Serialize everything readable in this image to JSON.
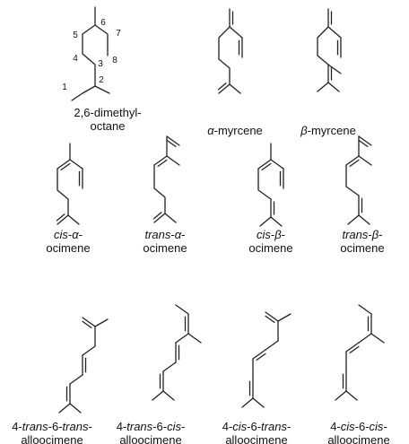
{
  "figure": {
    "compounds": [
      {
        "id": "dimethyloctane",
        "label_lines": [
          {
            "segments": [
              {
                "text": "2,6-dimethyl-"
              }
            ]
          },
          {
            "segments": [
              {
                "text": "octane"
              }
            ]
          }
        ],
        "atom_numbers": [
          "1",
          "2",
          "3",
          "4",
          "5",
          "6",
          "7",
          "8"
        ]
      },
      {
        "id": "alpha-myrcene",
        "label_lines": [
          {
            "segments": [
              {
                "text": "α",
                "italic": true
              },
              {
                "text": "-myrcene"
              }
            ]
          }
        ]
      },
      {
        "id": "beta-myrcene",
        "label_lines": [
          {
            "segments": [
              {
                "text": "β",
                "italic": true
              },
              {
                "text": "-myrcene"
              }
            ]
          }
        ]
      },
      {
        "id": "cis-alpha-ocimene",
        "label_lines": [
          {
            "segments": [
              {
                "text": "cis",
                "italic": true
              },
              {
                "text": "-"
              },
              {
                "text": "α",
                "italic": true
              },
              {
                "text": "-"
              }
            ]
          },
          {
            "segments": [
              {
                "text": "ocimene"
              }
            ]
          }
        ]
      },
      {
        "id": "trans-alpha-ocimene",
        "label_lines": [
          {
            "segments": [
              {
                "text": "trans",
                "italic": true
              },
              {
                "text": "-"
              },
              {
                "text": "α",
                "italic": true
              },
              {
                "text": "-"
              }
            ]
          },
          {
            "segments": [
              {
                "text": "ocimene"
              }
            ]
          }
        ]
      },
      {
        "id": "cis-beta-ocimene",
        "label_lines": [
          {
            "segments": [
              {
                "text": "cis",
                "italic": true
              },
              {
                "text": "-"
              },
              {
                "text": "β",
                "italic": true
              },
              {
                "text": "-"
              }
            ]
          },
          {
            "segments": [
              {
                "text": "ocimene"
              }
            ]
          }
        ]
      },
      {
        "id": "trans-beta-ocimene",
        "label_lines": [
          {
            "segments": [
              {
                "text": "trans",
                "italic": true
              },
              {
                "text": "-"
              },
              {
                "text": "β",
                "italic": true
              },
              {
                "text": "-"
              }
            ]
          },
          {
            "segments": [
              {
                "text": "ocimene"
              }
            ]
          }
        ]
      },
      {
        "id": "4t6t-alloocimene",
        "label_lines": [
          {
            "segments": [
              {
                "text": "4-"
              },
              {
                "text": "trans",
                "italic": true
              },
              {
                "text": "-6-"
              },
              {
                "text": "trans",
                "italic": true
              },
              {
                "text": "-"
              }
            ]
          },
          {
            "segments": [
              {
                "text": "alloocimene"
              }
            ]
          }
        ]
      },
      {
        "id": "4t6c-alloocimene",
        "label_lines": [
          {
            "segments": [
              {
                "text": "4-"
              },
              {
                "text": "trans",
                "italic": true
              },
              {
                "text": "-6-"
              },
              {
                "text": "cis",
                "italic": true
              },
              {
                "text": "-"
              }
            ]
          },
          {
            "segments": [
              {
                "text": "alloocimene"
              }
            ]
          }
        ]
      },
      {
        "id": "4c6t-alloocimene",
        "label_lines": [
          {
            "segments": [
              {
                "text": "4-"
              },
              {
                "text": "cis",
                "italic": true
              },
              {
                "text": "-6-"
              },
              {
                "text": "trans",
                "italic": true
              },
              {
                "text": "-"
              }
            ]
          },
          {
            "segments": [
              {
                "text": "alloocimene"
              }
            ]
          }
        ]
      },
      {
        "id": "4c6c-alloocimene",
        "label_lines": [
          {
            "segments": [
              {
                "text": "4-"
              },
              {
                "text": "cis",
                "italic": true
              },
              {
                "text": "-6-"
              },
              {
                "text": "cis",
                "italic": true
              },
              {
                "text": "-"
              }
            ]
          },
          {
            "segments": [
              {
                "text": "alloocimene"
              }
            ]
          }
        ]
      }
    ]
  }
}
